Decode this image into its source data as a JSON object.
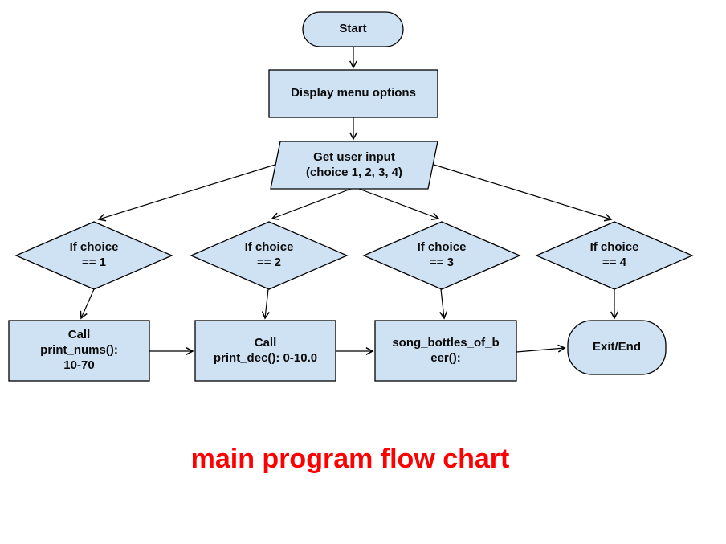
{
  "title": {
    "text": "main program flow chart",
    "color": "#ff0000"
  },
  "colors": {
    "node_fill": "#cfe2f3",
    "node_stroke": "#000000",
    "label_text": "#000000"
  },
  "nodes": {
    "start": {
      "type": "terminator",
      "label": "Start"
    },
    "display_menu": {
      "type": "process",
      "label": "Display menu options"
    },
    "get_input": {
      "type": "input-output",
      "label": "Get user input\n(choice 1, 2, 3, 4)"
    },
    "choice_1": {
      "type": "decision",
      "label": "If choice\n== 1"
    },
    "choice_2": {
      "type": "decision",
      "label": "If choice\n== 2"
    },
    "choice_3": {
      "type": "decision",
      "label": "If choice\n== 3"
    },
    "choice_4": {
      "type": "decision",
      "label": "If choice\n== 4"
    },
    "print_nums": {
      "type": "process",
      "label": "Call\nprint_nums():\n10-70"
    },
    "print_dec": {
      "type": "process",
      "label": "Call\nprint_dec(): 0-10.0"
    },
    "song_bottles": {
      "type": "process",
      "label": "song_bottles_of_b\neer():"
    },
    "exit_end": {
      "type": "terminator",
      "label": "Exit/End"
    }
  },
  "edges": [
    {
      "from": "start",
      "to": "display_menu"
    },
    {
      "from": "display_menu",
      "to": "get_input"
    },
    {
      "from": "get_input",
      "to": "choice_1"
    },
    {
      "from": "get_input",
      "to": "choice_2"
    },
    {
      "from": "get_input",
      "to": "choice_3"
    },
    {
      "from": "get_input",
      "to": "choice_4"
    },
    {
      "from": "choice_1",
      "to": "print_nums"
    },
    {
      "from": "choice_2",
      "to": "print_dec"
    },
    {
      "from": "choice_3",
      "to": "song_bottles"
    },
    {
      "from": "choice_4",
      "to": "exit_end"
    },
    {
      "from": "print_nums",
      "to": "print_dec"
    },
    {
      "from": "print_dec",
      "to": "song_bottles"
    },
    {
      "from": "song_bottles",
      "to": "exit_end"
    }
  ]
}
